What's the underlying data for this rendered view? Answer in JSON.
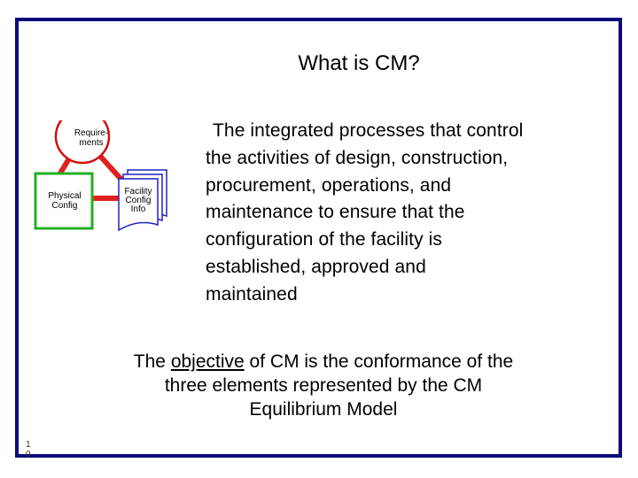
{
  "slide": {
    "title": "What is CM?",
    "body_lines": [
      "The integrated processes that control",
      "the activities of design, construction,",
      "procurement, operations, and",
      "maintenance to ensure that the",
      "configuration of the facility is",
      "established, approved and",
      "maintained"
    ],
    "objective": {
      "line1_pre": "The ",
      "line1_underlined": "objective",
      "line1_post": " of CM is the conformance of the",
      "line2": "three elements represented by the CM",
      "line3": "Equilibrium Model"
    },
    "page_number": "1 0"
  },
  "diagram": {
    "requirements_line1": "Require-",
    "requirements_line2": "ments",
    "physical_line1": "Physical",
    "physical_line2": "Config",
    "facility_line1": "Facility",
    "facility_line2": "Config",
    "facility_line3": "Info",
    "colors": {
      "triangle": "#e02020",
      "requirements_circle": "#d01010",
      "physical_square": "#22b022",
      "facility_docs": "#2020c0",
      "frame": "#0a0a7a"
    }
  }
}
